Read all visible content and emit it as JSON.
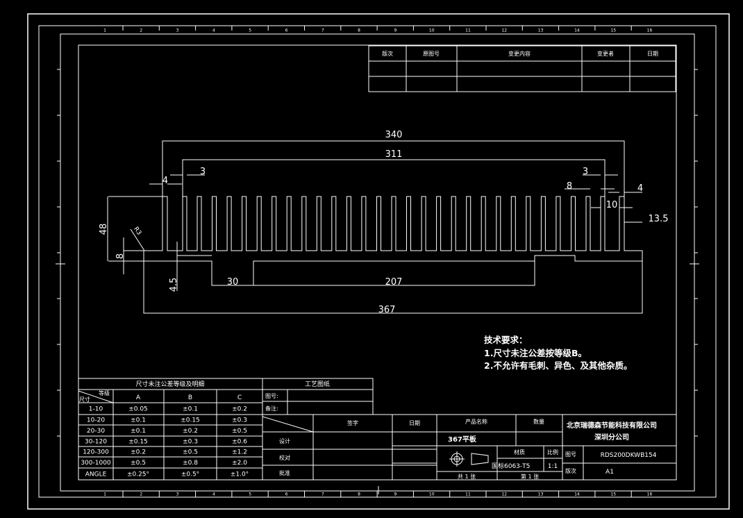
{
  "revision_table": {
    "headers": [
      "版次",
      "原图号",
      "变更内容",
      "变更者",
      "日期"
    ]
  },
  "dimensions": {
    "overall_fin_span": "340",
    "inner_fin_span": "311",
    "left_fin_gap": "3",
    "left_fin_width": "4",
    "height": "48",
    "base_thickness": "8",
    "radius": "R3",
    "step_height": "4.5",
    "boss_width": "30",
    "boss_spacing": "207",
    "total_width": "367",
    "right_fin_gap": "3",
    "right_pitch": "8",
    "right_fin_width": "4",
    "right_gap": "10",
    "right_flange": "13.5"
  },
  "tech_requirements": {
    "title": "技术要求：",
    "items": [
      "1.尺寸未注公差按等级B。",
      "2.不允许有毛刺、异色、及其他杂质。"
    ]
  },
  "tolerance_table": {
    "title": "尺寸未注公差等级及明细",
    "corner_top": "等级",
    "corner_bottom": "尺寸",
    "columns": [
      "A",
      "B",
      "C"
    ],
    "rows": [
      {
        "size": "1-10",
        "values": [
          "±0.05",
          "±0.1",
          "±0.2"
        ]
      },
      {
        "size": "10-20",
        "values": [
          "±0.1",
          "±0.15",
          "±0.3"
        ]
      },
      {
        "size": "20-30",
        "values": [
          "±0.1",
          "±0.2",
          "±0.5"
        ]
      },
      {
        "size": "30-120",
        "values": [
          "±0.15",
          "±0.3",
          "±0.6"
        ]
      },
      {
        "size": "120-300",
        "values": [
          "±0.2",
          "±0.5",
          "±1.2"
        ]
      },
      {
        "size": "300-1000",
        "values": [
          "±0.5",
          "±0.8",
          "±2.0"
        ]
      },
      {
        "size": "ANGLE",
        "values": [
          "±0.25°",
          "±0.5°",
          "±1.0°"
        ]
      }
    ]
  },
  "process_table": {
    "title": "工艺图纸",
    "drawing_no_label": "图号:",
    "remark_label": "备注:"
  },
  "signature_table": {
    "sign_label": "签字",
    "date_label": "日期",
    "rows": [
      "设计",
      "校对",
      "批准"
    ]
  },
  "title_block": {
    "product_name_label": "产品名称",
    "quantity_label": "数量",
    "product_name": "367平板",
    "material_label": "材质",
    "scale_label": "比例",
    "material": "国标6063-T5",
    "scale": "1:1",
    "sheets_total": "共 1 张",
    "sheet_no": "第 1 张",
    "company_line1": "北京瑞德森节能科技有限公司",
    "company_line2": "深圳分公司",
    "drawing_no_label": "图号",
    "drawing_no": "RDS200DKWB154",
    "version_label": "版次",
    "version": "A1"
  },
  "ruler": {
    "numbers": [
      "1",
      "2",
      "3",
      "4",
      "5",
      "6",
      "7",
      "8",
      "9",
      "10",
      "11",
      "12",
      "13",
      "14",
      "15",
      "16"
    ]
  }
}
